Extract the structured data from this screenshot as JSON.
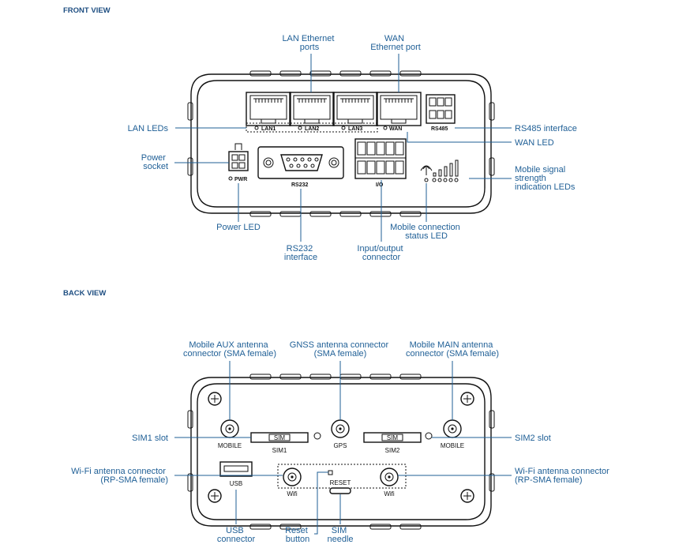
{
  "front": {
    "heading": "FRONT VIEW",
    "device_labels": {
      "lan1": "LAN1",
      "lan2": "LAN2",
      "lan3": "LAN3",
      "wan": "WAN",
      "rs485": "RS485",
      "pwr": "PWR",
      "rs232": "RS232",
      "io": "I/O"
    },
    "callouts": {
      "lan_ports": [
        "LAN Ethernet",
        "ports"
      ],
      "wan_port": [
        "WAN",
        "Ethernet port"
      ],
      "lan_leds": [
        "LAN LEDs"
      ],
      "rs485": [
        "RS485 interface"
      ],
      "wan_led": [
        "WAN LED"
      ],
      "power_socket": [
        "Power",
        "socket"
      ],
      "mobile_signal": [
        "Mobile signal",
        "strength",
        "indication LEDs"
      ],
      "power_led": [
        "Power LED"
      ],
      "mobile_status": [
        "Mobile connection",
        "status LED"
      ],
      "rs232": [
        "RS232",
        "interface"
      ],
      "io": [
        "Input/output",
        "connector"
      ]
    }
  },
  "back": {
    "heading": "BACK VIEW",
    "device_labels": {
      "mobile_left": "MOBILE",
      "gps": "GPS",
      "mobile_right": "MOBILE",
      "sim1": "SIM1",
      "sim2": "SIM2",
      "sim_slot": "SIM",
      "usb": "USB",
      "reset": "RESET",
      "wifi_left": "Wifi",
      "wifi_right": "Wifi"
    },
    "callouts": {
      "aux_antenna": [
        "Mobile AUX antenna",
        "connector (SMA female)"
      ],
      "gnss_antenna": [
        "GNSS antenna connector",
        "(SMA female)"
      ],
      "main_antenna": [
        "Mobile MAIN antenna",
        "connector (SMA female)"
      ],
      "sim1_slot": [
        "SIM1 slot"
      ],
      "sim2_slot": [
        "SIM2 slot"
      ],
      "wifi_left": [
        "Wi-Fi antenna connector",
        "(RP-SMA female)"
      ],
      "wifi_right": [
        "Wi-Fi antenna connector",
        "(RP-SMA female)"
      ],
      "usb": [
        "USB",
        "connector"
      ],
      "reset": [
        "Reset",
        "button"
      ],
      "sim_needle": [
        "SIM",
        "needle"
      ]
    }
  }
}
